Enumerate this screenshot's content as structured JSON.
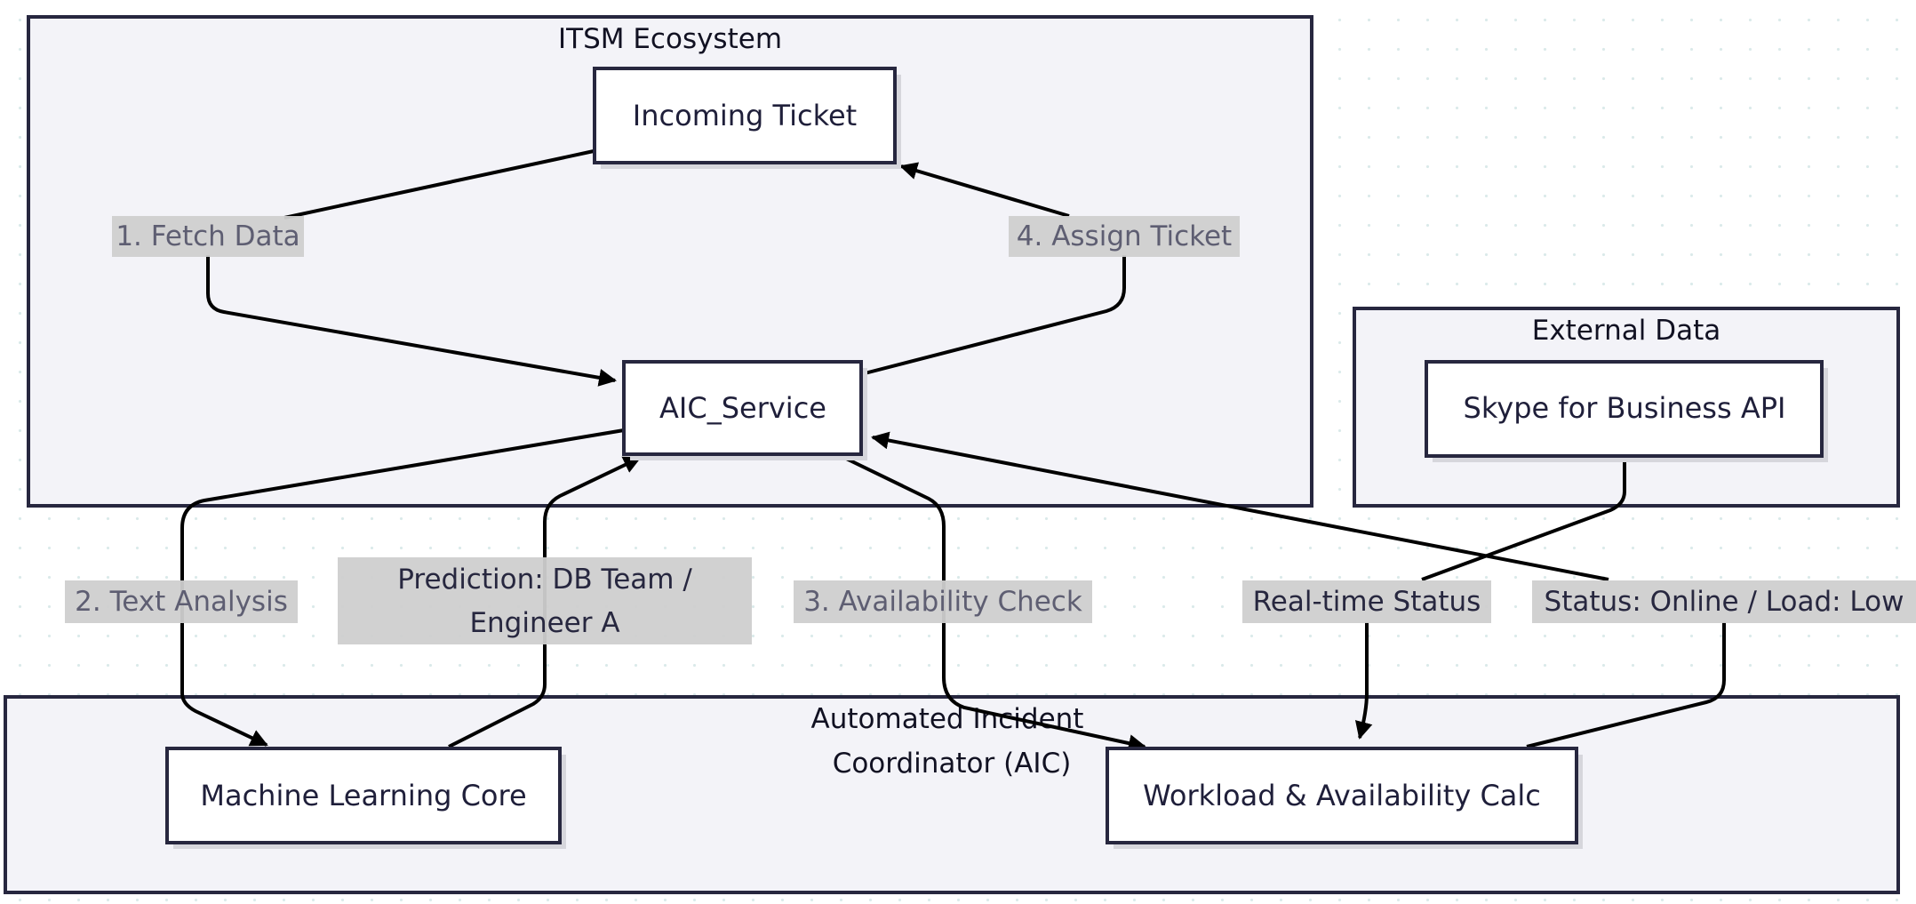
{
  "clusters": {
    "itsm": {
      "title": "ITSM Ecosystem"
    },
    "external": {
      "title": "External Data"
    },
    "aic": {
      "title_line1": "Automated Incident",
      "title_line2": "Coordinator (AIC)"
    }
  },
  "nodes": {
    "incoming_ticket": "Incoming Ticket",
    "aic_service": "AIC_Service",
    "skype_api": "Skype for Business API",
    "ml_core": "Machine Learning Core",
    "workload_calc": "Workload & Availability Calc"
  },
  "edge_labels": {
    "fetch_data": "1. Fetch Data",
    "assign_ticket": "4. Assign Ticket",
    "text_analysis": "2. Text Analysis",
    "prediction_line1": "Prediction: DB Team /",
    "prediction_line2": "Engineer A",
    "availability_check": "3. Availability Check",
    "realtime_status": "Real-time Status",
    "status_online": "Status: Online / Load: Low"
  },
  "colors": {
    "border": "#27273f",
    "cluster_fill": "#f3f3f8",
    "label_bg": "#cfcfcf",
    "edge": "#000000"
  }
}
